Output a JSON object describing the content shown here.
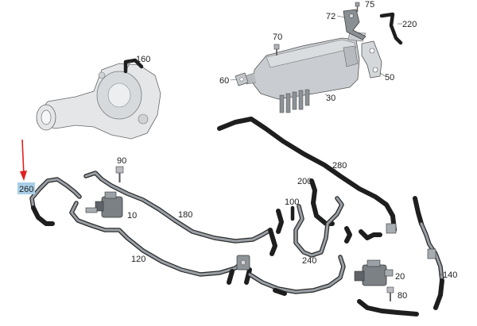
{
  "labels": {
    "p10": "10",
    "p20": "20",
    "p30": "30",
    "p50": "50",
    "p60": "60",
    "p70": "70",
    "p72": "72",
    "p75": "75",
    "p80": "80",
    "p90": "90",
    "p100": "100",
    "p120": "120",
    "p140": "140",
    "p160": "160",
    "p180": "180",
    "p200": "200",
    "p220": "220",
    "p240": "240",
    "p260": "260",
    "p280": "280"
  },
  "highlight": {
    "part": "260",
    "box_color": "#a9cfe8",
    "arrow_color": "#e02020"
  }
}
